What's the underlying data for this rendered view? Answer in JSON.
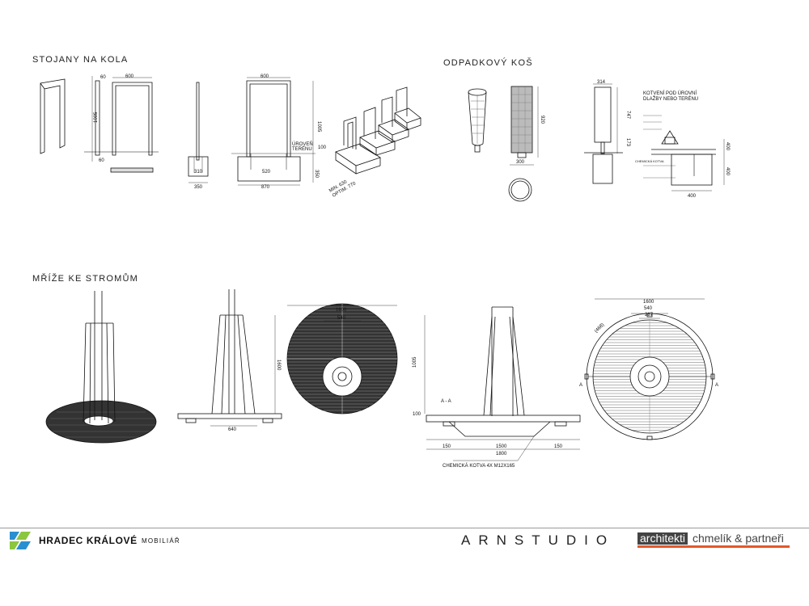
{
  "sections": {
    "bike_racks": "STOJANY NA KOLA",
    "bin": "ODPADKOVÝ KOŠ",
    "tree_grates": "MŘÍŽE KE STROMŮM"
  },
  "bike_dims": {
    "d60a": "60",
    "d600a": "600",
    "d1005a": "1005",
    "d60b": "60",
    "d600b": "600",
    "d1005b": "1005",
    "d100": "100",
    "d350": "350",
    "d310": "310",
    "d350b": "350",
    "d520": "520",
    "d870": "870",
    "terrain": "ÚROVEŇ",
    "terrain2": "TERÉNU",
    "min": "MIN. 630",
    "opt": "OPTIM. 770"
  },
  "bin_dims": {
    "d314": "314",
    "d920": "920",
    "d300": "300",
    "d747": "747",
    "d173": "173",
    "d400a": "400",
    "d400b": "400",
    "d400c": "400",
    "anchor1": "KOTVENÍ POD ÚROVNÍ",
    "anchor2": "DLAŽBY NEBO TERÉNU",
    "chem": "CHEMICKÁ KOTVA"
  },
  "tree_dims": {
    "d1600a": "1600",
    "d540a": "540",
    "d1600b": "1600",
    "d640": "640",
    "d1005": "1005",
    "d100": "100",
    "section": "A - A",
    "d150a": "150",
    "d1500": "1500",
    "d150b": "150",
    "d1800": "1800",
    "anchor": "CHEMICKÁ KOTVA 4X M12X165",
    "d1600c": "1600",
    "d540b": "540",
    "d287": "287",
    "d468": "(468)",
    "markA1": "A",
    "markA2": "A"
  },
  "footer": {
    "city": "HRADEC KRÁLOVÉ",
    "subtitle": "MOBILIÁŘ",
    "studio": "ARNSTUDIO",
    "partner_a": "architekti",
    "partner_b": "chmelík & partneři"
  },
  "colors": {
    "accent": "#e2582b",
    "logo_blue": "#2a8fd0",
    "logo_green": "#8cc63e"
  }
}
